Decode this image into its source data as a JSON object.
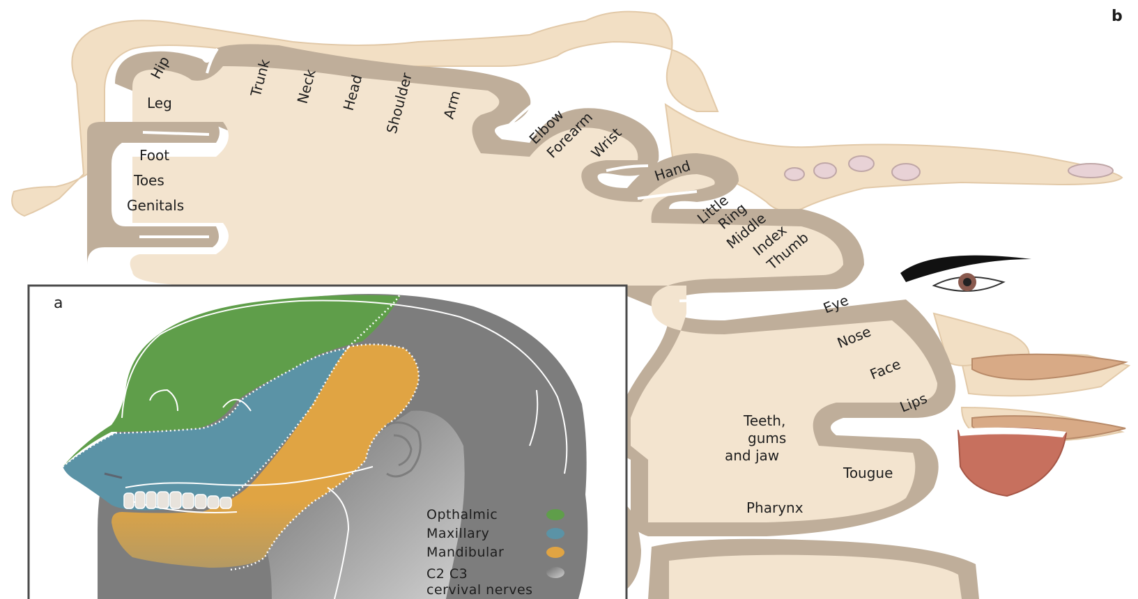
{
  "panel_b": {
    "letter": "b",
    "labels": {
      "hip": "Hip",
      "leg": "Leg",
      "foot": "Foot",
      "toes": "Toes",
      "genitals": "Genitals",
      "trunk": "Trunk",
      "neck": "Neck",
      "head": "Head",
      "shoulder": "Shoulder",
      "arm": "Arm",
      "elbow": "Elbow",
      "forearm": "Forearm",
      "wrist": "Wrist",
      "hand": "Hand",
      "little": "Little",
      "ring": "Ring",
      "middle": "Middle",
      "index": "Index",
      "thumb": "Thumb",
      "eye": "Eye",
      "nose": "Nose",
      "face": "Face",
      "lips": "Lips",
      "teeth_1": "Teeth,",
      "teeth_2": "gums",
      "teeth_3": "and jaw",
      "tongue": "Tougue",
      "pharynx": "Pharynx"
    }
  },
  "panel_a": {
    "letter": "a",
    "legend": [
      {
        "label": "Opthalmic",
        "color": "#5f9e4a"
      },
      {
        "label": "Maxillary",
        "color": "#5b93a6"
      },
      {
        "label": "Mandibular",
        "color": "#e0a443"
      },
      {
        "label": "C2 C3",
        "label2": "cervival nerves",
        "color": "#9a9a9a"
      }
    ]
  },
  "colors": {
    "skin": "#f2dfc4",
    "cortex": "#bfae9a",
    "inner": "#f3e4cf",
    "dark_gray": "#7d7d7d",
    "light_gray": "#b9b9b9"
  }
}
